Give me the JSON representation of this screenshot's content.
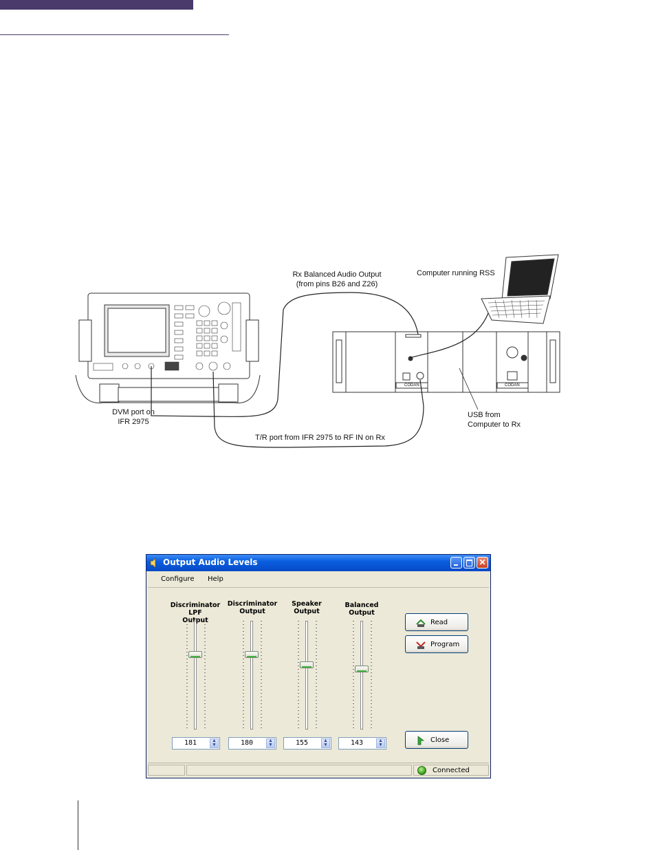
{
  "figure": {
    "labels": {
      "audio_output": "Rx Balanced Audio Output",
      "audio_output_pins": "(from pins B26 and Z26)",
      "computer": "Computer running RSS",
      "dvm_line1": "DVM port on",
      "dvm_line2": "IFR 2975",
      "usb_line1": "USB from",
      "usb_line2": "Computer to Rx",
      "tr_port": "T/R port from IFR 2975 to RF IN on Rx",
      "codan_left": "CODAN",
      "codan_right": "CODAN"
    }
  },
  "window": {
    "title": "Output Audio Levels",
    "menu": {
      "configure": "Configure",
      "help": "Help"
    },
    "columns": [
      {
        "head1": "Discriminator LPF",
        "head2": "Output",
        "value": "181",
        "level": 0.7
      },
      {
        "head1": "Discriminator",
        "head2": "Output",
        "value": "180",
        "level": 0.7
      },
      {
        "head1": "Speaker",
        "head2": "Output",
        "value": "155",
        "level": 0.6
      },
      {
        "head1": "Balanced",
        "head2": "Output",
        "value": "143",
        "level": 0.56
      }
    ],
    "buttons": {
      "read": "Read",
      "program": "Program",
      "close": "Close"
    },
    "status": {
      "text": "Connected"
    }
  }
}
